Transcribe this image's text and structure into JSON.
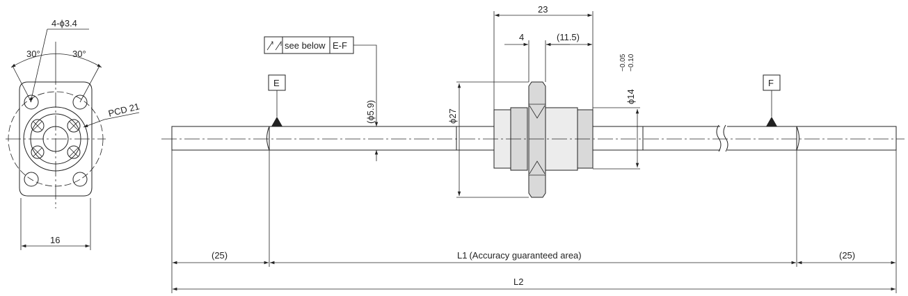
{
  "end_view": {
    "hole_callout": "4-ϕ3.4",
    "angle_left": "30°",
    "angle_right": "30°",
    "pcd": "PCD 21",
    "width": "16"
  },
  "tolerance": {
    "note": "see below",
    "datum_ref": "E-F"
  },
  "datums": {
    "left": "E",
    "right": "F"
  },
  "nut": {
    "length": "23",
    "flange": "4",
    "body": "(11.5)",
    "flange_dia": "ϕ27",
    "nut_dia": "ϕ14",
    "nut_dia_tol_upper": "−0.05",
    "nut_dia_tol_lower": "−0.10"
  },
  "shaft": {
    "journal_dia": "(ϕ5.9)",
    "left_end": "(25)",
    "right_end": "(25)",
    "l1_symbol": "L1",
    "l1_note": "(Accuracy guaranteed area)",
    "l2_symbol": "L2"
  }
}
